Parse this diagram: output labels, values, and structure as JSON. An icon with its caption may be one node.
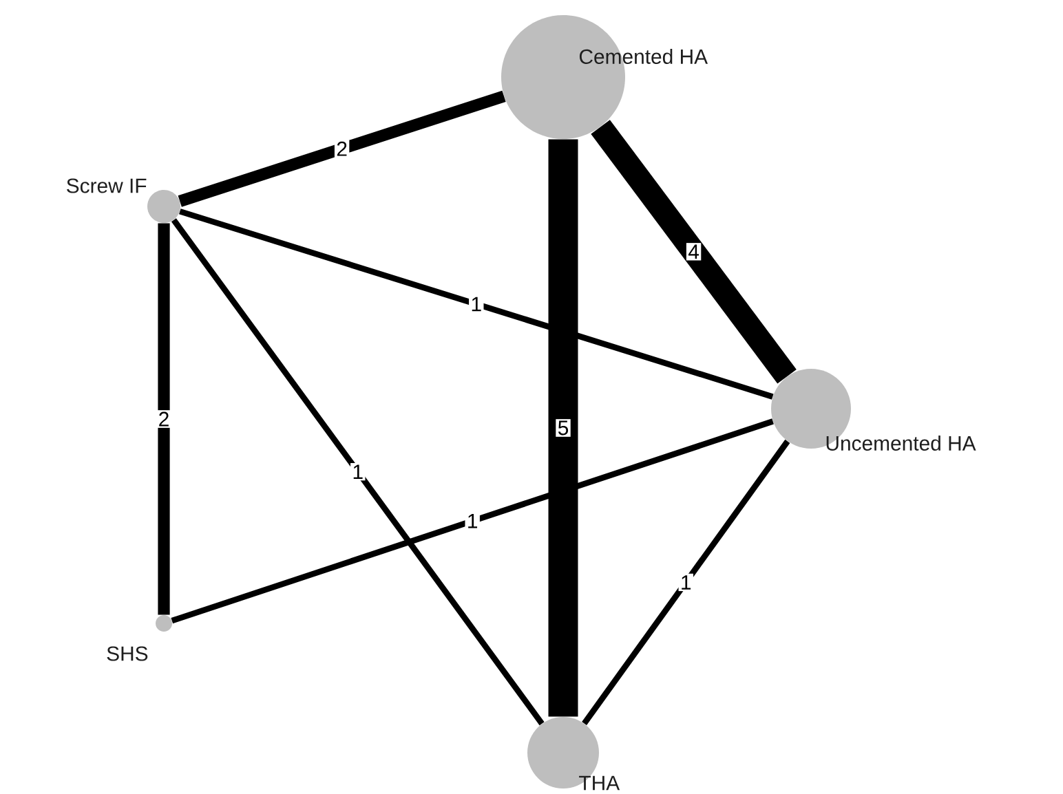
{
  "diagram": {
    "nodes": [
      {
        "text": [
          "Cemented HA"
        ]
      },
      {
        "text": [
          "Screw IF"
        ]
      },
      {
        "text": [
          "Uncemented HA"
        ]
      },
      {
        "text": [
          "SHS"
        ]
      },
      {
        "text": [
          "THA"
        ]
      }
    ],
    "edges": [
      {
        "from": 0,
        "to": 1,
        "arrow": "none",
        "label": "2",
        "style": "thick"
      },
      {
        "from": 0,
        "to": 4,
        "arrow": "none",
        "label": "5",
        "style": "thick"
      },
      {
        "from": 0,
        "to": 2,
        "arrow": "none",
        "label": "4",
        "style": "thick"
      },
      {
        "from": 1,
        "to": 2,
        "arrow": "none",
        "label": "1"
      },
      {
        "from": 1,
        "to": 3,
        "arrow": "none",
        "label": "2",
        "style": "thick"
      },
      {
        "from": 1,
        "to": 4,
        "arrow": "none",
        "label": "1"
      },
      {
        "from": 3,
        "to": 2,
        "arrow": "none",
        "label": "1"
      },
      {
        "from": 2,
        "to": 4,
        "arrow": "none",
        "label": "1"
      }
    ]
  }
}
